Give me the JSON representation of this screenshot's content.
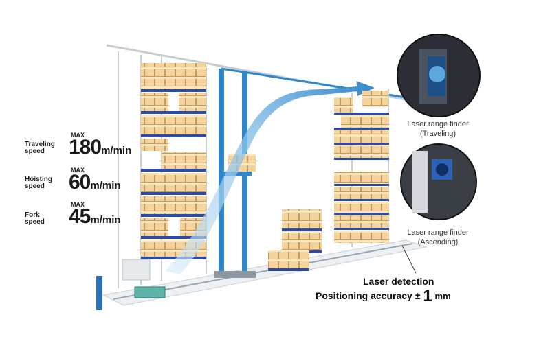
{
  "specs": [
    {
      "label_line1": "Traveling",
      "label_line2": "speed",
      "max": "MAX",
      "value": "180",
      "unit": "m/min"
    },
    {
      "label_line1": "Hoisting",
      "label_line2": "speed",
      "max": "MAX",
      "value": "60",
      "unit": "m/min"
    },
    {
      "label_line1": "Fork",
      "label_line2": "speed",
      "max": "MAX",
      "value": "45",
      "unit": "m/min"
    }
  ],
  "finders": [
    {
      "line1": "Laser range finder",
      "line2": "(Traveling)"
    },
    {
      "line1": "Laser range finder",
      "line2": "(Ascending)"
    }
  ],
  "detection": {
    "title": "Laser detection",
    "accuracy_prefix": "Positioning accuracy ±",
    "accuracy_value": "1",
    "accuracy_unit": "mm"
  },
  "colors": {
    "rail": "#2f86c8",
    "box": "#f3d29a",
    "box_edge": "#b88a4a",
    "tray": "#2c4aa8",
    "frame": "#cfd6dc"
  }
}
